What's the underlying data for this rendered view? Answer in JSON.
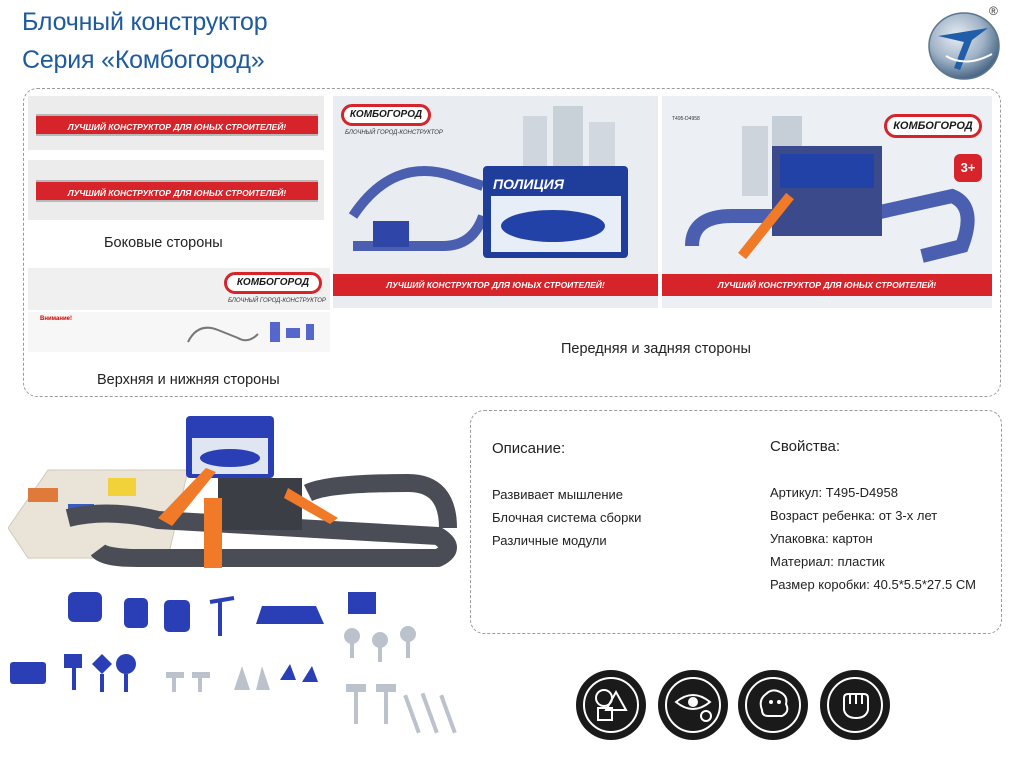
{
  "header": {
    "title_line1": "Блочный конструктор",
    "title_line2": "Серия «Комбогород»",
    "logo_mark": "®"
  },
  "packaging": {
    "banner_text": "ЛУЧШИЙ КОНСТРУКТОР ДЛЯ ЮНЫХ СТРОИТЕЛЕЙ!",
    "brand": "КОМБОГОРОД",
    "brand_sub": "БЛОЧНЫЙ ГОРОД-КОНСТРУКТОР",
    "box_sign": "ПОЛИЦИЯ",
    "age_badge": "3+",
    "sku_small": "T495-D4958",
    "warning_label": "Внимание!",
    "captions": {
      "sides": "Боковые стороны",
      "top_bottom": "Верхняя и нижняя стороны",
      "front_back": "Передняя и задняя стороны"
    }
  },
  "description": {
    "heading": "Описание:",
    "items": [
      "Развивает мышление",
      "Блочная система сборки",
      "Различные модули"
    ]
  },
  "properties": {
    "heading": "Свойства:",
    "items": [
      "Артикул:  T495-D4958",
      "Возраст ребенка: от 3-х лет",
      "Упаковка: картон",
      "Материал: пластик",
      "Размер коробки:  40.5*5.5*27.5 СМ"
    ]
  },
  "icons": [
    "shapes-icon",
    "eye-icon",
    "brain-icon",
    "hand-icon"
  ],
  "colors": {
    "title": "#1d5a9e",
    "banner": "#d6242a",
    "toy_blue": "#2a3fb5",
    "road": "#4a4d55",
    "ramp": "#f07a28"
  }
}
